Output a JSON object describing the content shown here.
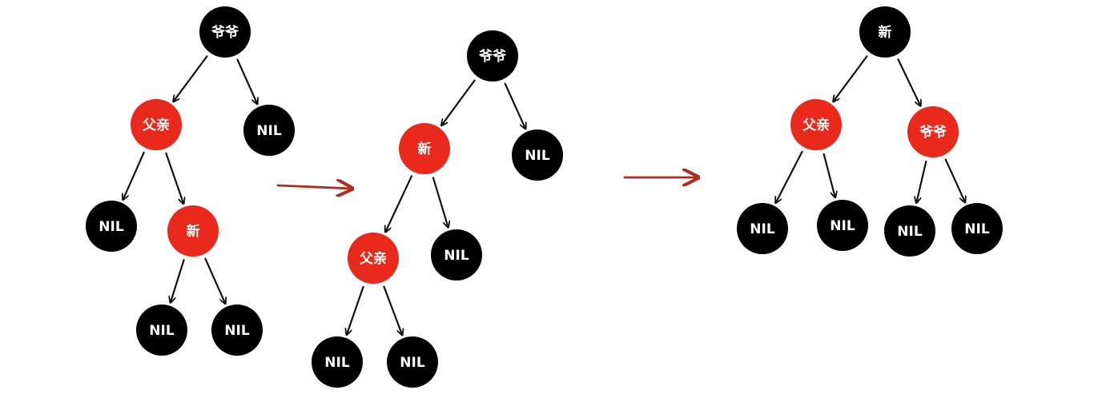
{
  "colors": {
    "black_node": "#000000",
    "red_node": "#e8291b",
    "node_text": "#ffffff",
    "edge": "#111111",
    "transition_arrow": "#b52a1e",
    "background": "#ffffff"
  },
  "diagrams": [
    {
      "name": "before",
      "nodes": [
        {
          "id": "grandparent",
          "label": "爷爷",
          "color": "black"
        },
        {
          "id": "parent",
          "label": "父亲",
          "color": "red"
        },
        {
          "id": "uncle-nil",
          "label": "NIL",
          "color": "black"
        },
        {
          "id": "parent-left-nil",
          "label": "NIL",
          "color": "black"
        },
        {
          "id": "new",
          "label": "新",
          "color": "red"
        },
        {
          "id": "new-left-nil",
          "label": "NIL",
          "color": "black"
        },
        {
          "id": "new-right-nil",
          "label": "NIL",
          "color": "black"
        }
      ],
      "edges": [
        [
          "grandparent",
          "parent"
        ],
        [
          "grandparent",
          "uncle-nil"
        ],
        [
          "parent",
          "parent-left-nil"
        ],
        [
          "parent",
          "new"
        ],
        [
          "new",
          "new-left-nil"
        ],
        [
          "new",
          "new-right-nil"
        ]
      ]
    },
    {
      "name": "after-left-rotation",
      "nodes": [
        {
          "id": "grandparent",
          "label": "爷爷",
          "color": "black"
        },
        {
          "id": "new",
          "label": "新",
          "color": "red"
        },
        {
          "id": "uncle-nil",
          "label": "NIL",
          "color": "black"
        },
        {
          "id": "parent",
          "label": "父亲",
          "color": "red"
        },
        {
          "id": "new-right-nil",
          "label": "NIL",
          "color": "black"
        },
        {
          "id": "parent-left-nil",
          "label": "NIL",
          "color": "black"
        },
        {
          "id": "parent-right-nil",
          "label": "NIL",
          "color": "black"
        }
      ],
      "edges": [
        [
          "grandparent",
          "new"
        ],
        [
          "grandparent",
          "uncle-nil"
        ],
        [
          "new",
          "parent"
        ],
        [
          "new",
          "new-right-nil"
        ],
        [
          "parent",
          "parent-left-nil"
        ],
        [
          "parent",
          "parent-right-nil"
        ]
      ]
    },
    {
      "name": "after-right-rotation-recolor",
      "nodes": [
        {
          "id": "new",
          "label": "新",
          "color": "black"
        },
        {
          "id": "parent",
          "label": "父亲",
          "color": "red"
        },
        {
          "id": "grandparent",
          "label": "爷爷",
          "color": "red"
        },
        {
          "id": "parent-left-nil",
          "label": "NIL",
          "color": "black"
        },
        {
          "id": "parent-right-nil",
          "label": "NIL",
          "color": "black"
        },
        {
          "id": "grandparent-left-nil",
          "label": "NIL",
          "color": "black"
        },
        {
          "id": "grandparent-right-nil",
          "label": "NIL",
          "color": "black"
        }
      ],
      "edges": [
        [
          "new",
          "parent"
        ],
        [
          "new",
          "grandparent"
        ],
        [
          "parent",
          "parent-left-nil"
        ],
        [
          "parent",
          "parent-right-nil"
        ],
        [
          "grandparent",
          "grandparent-left-nil"
        ],
        [
          "grandparent",
          "grandparent-right-nil"
        ]
      ]
    }
  ],
  "transitions": [
    {
      "from": "before",
      "to": "after-left-rotation"
    },
    {
      "from": "after-left-rotation",
      "to": "after-right-rotation-recolor"
    }
  ]
}
